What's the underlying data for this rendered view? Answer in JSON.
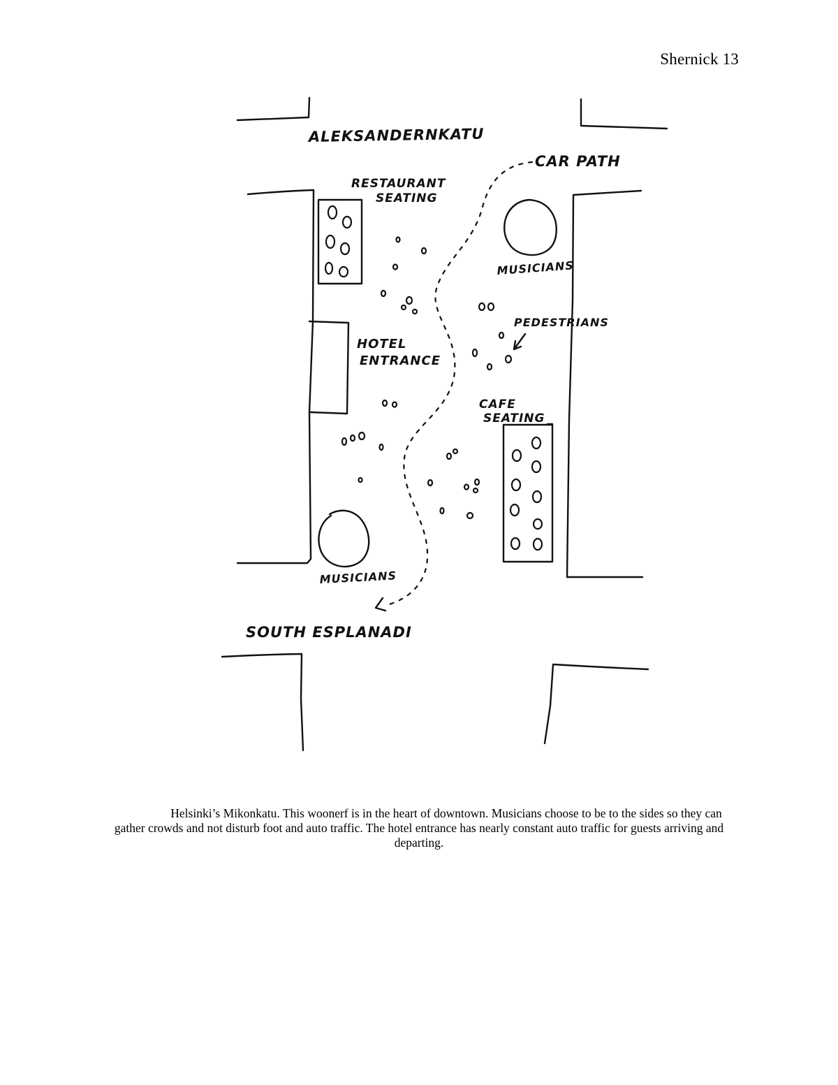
{
  "header": {
    "running_head": "Shernick 13"
  },
  "sketch": {
    "labels": {
      "street_top": "ALEKSANDERNKATU",
      "car_path": "CAR PATH",
      "restaurant_seating_line1": "RESTAURANT",
      "restaurant_seating_line2": "SEATING",
      "musicians_top": "MUSICIANS",
      "pedestrians": "PEDESTRIANS",
      "hotel_entrance_line1": "HOTEL",
      "hotel_entrance_line2": "ENTRANCE",
      "cafe_seating_line1": "CAFE",
      "cafe_seating_line2": "SEATING",
      "musicians_bottom": "MUSICIANS",
      "street_bottom": "SOUTH ESPLANADI"
    }
  },
  "caption": {
    "text": "Helsinki’s Mikonkatu. This woonerf is in the heart of downtown. Musicians choose to be to the sides so they can gather crowds and not disturb foot and auto traffic. The hotel entrance has nearly constant auto traffic for guests arriving and departing."
  }
}
